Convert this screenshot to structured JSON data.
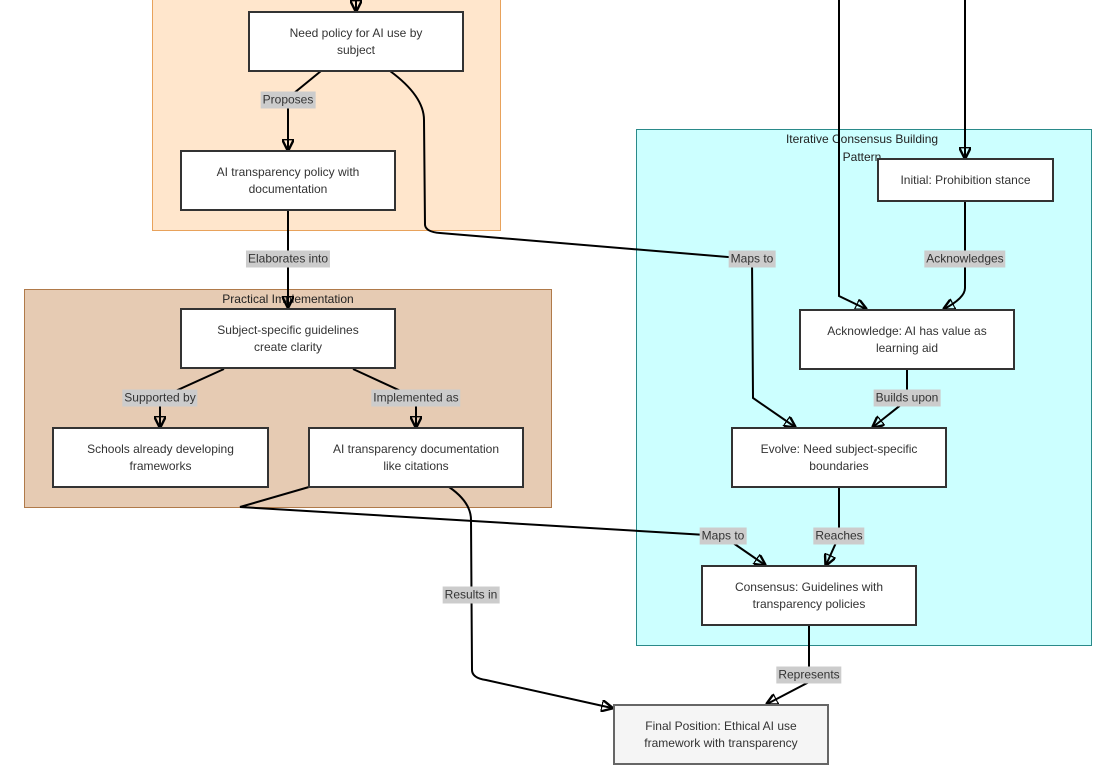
{
  "colors": {
    "cluster_top_fill": "#ffe6cc",
    "cluster_top_border": "#e8a25b",
    "cluster_practical_fill": "#e6cbb3",
    "cluster_practical_border": "#b07a4a",
    "cluster_consensus_fill": "#ccffff",
    "cluster_consensus_border": "#2a8a8a",
    "node_border": "#333333",
    "final_node_fill": "#f5f5f5",
    "edge_label_bg": "#cccccc"
  },
  "clusters": {
    "practical": {
      "title": "Practical Implementation"
    },
    "consensus": {
      "title": "Iterative Consensus Building Pattern"
    }
  },
  "nodes": {
    "need_policy": "Need policy for AI use by subject",
    "transparency_policy": "AI transparency policy with documentation",
    "subject_guidelines": "Subject-specific guidelines create clarity",
    "schools_developing": "Schools already developing frameworks",
    "transparency_doc": "AI transparency documentation like citations",
    "prohibition": "Initial: Prohibition stance",
    "acknowledge": "Acknowledge: AI has value as learning aid",
    "evolve": "Evolve: Need subject-specific boundaries",
    "consensus": "Consensus: Guidelines with transparency policies",
    "final_position": "Final Position: Ethical AI use framework with transparency"
  },
  "edge_labels": {
    "proposes": "Proposes",
    "elaborates_into": "Elaborates into",
    "supported_by": "Supported by",
    "implemented_as": "Implemented as",
    "maps_to_1": "Maps to",
    "acknowledges": "Acknowledges",
    "builds_upon": "Builds upon",
    "maps_to_2": "Maps to",
    "reaches": "Reaches",
    "results_in": "Results in",
    "represents": "Represents"
  }
}
